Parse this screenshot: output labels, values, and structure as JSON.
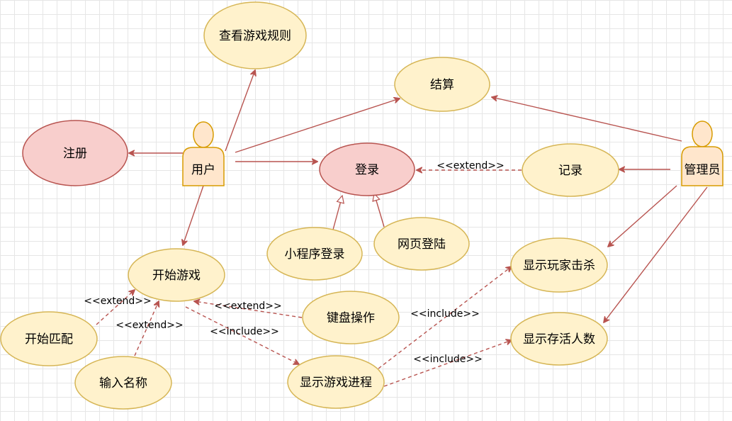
{
  "actors": {
    "user": "用户",
    "admin": "管理员"
  },
  "use_cases": {
    "view_rules": "查看游戏规则",
    "settle": "结算",
    "register": "注册",
    "login": "登录",
    "record": "记录",
    "mini_login": "小程序登录",
    "web_login": "网页登陆",
    "start_game": "开始游戏",
    "show_kills": "显示玩家击杀",
    "keyboard": "键盘操作",
    "show_alive": "显示存活人数",
    "start_match": "开始匹配",
    "input_name": "输入名称",
    "show_progress": "显示游戏进程"
  },
  "relations": {
    "extend_record_login": "<<extend>>",
    "extend_match_start": "<<extend>>",
    "extend_name_start": "<<extend>>",
    "extend_keyboard_start": "<<extend>>",
    "include_start_progress": "<<include>>",
    "include_progress_kills": "<<include>>",
    "include_progress_alive": "<<include>>"
  },
  "colors": {
    "use_case_fill": "#fff2cc",
    "use_case_stroke": "#d6b656",
    "highlight_fill": "#f8cecc",
    "highlight_stroke": "#b85450",
    "actor_fill": "#ffe6cc",
    "actor_stroke": "#d79b00",
    "arrow": "#b85450"
  }
}
